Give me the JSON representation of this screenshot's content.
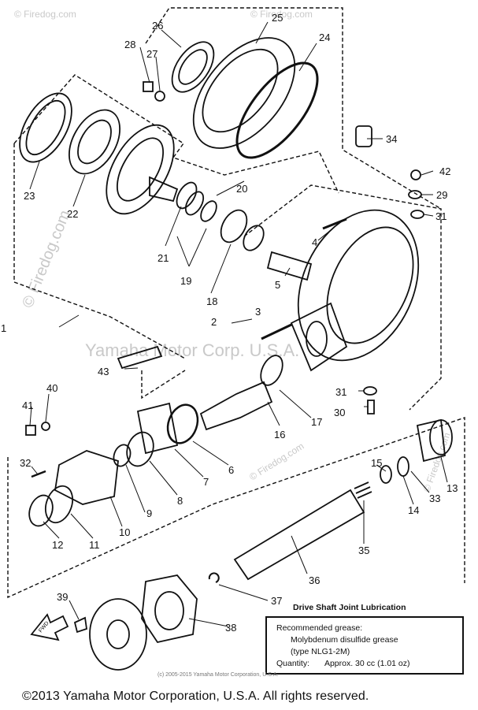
{
  "watermarks": {
    "corner_tl": "© Firedog.com",
    "corner_tr": "© Firedog.com",
    "vertical_left": "© Firedog.com",
    "center": "Yamaha Motor Corp. U.S.A.",
    "lower_right": "© Firedog.com",
    "lower_left": "© Firedog.com"
  },
  "part_numbers": [
    "1",
    "2",
    "3",
    "4",
    "5",
    "6",
    "7",
    "8",
    "9",
    "10",
    "11",
    "12",
    "13",
    "14",
    "15",
    "16",
    "17",
    "18",
    "19",
    "20",
    "21",
    "22",
    "23",
    "24",
    "25",
    "26",
    "27",
    "28",
    "29",
    "30",
    "31",
    "32",
    "33",
    "34",
    "35",
    "36",
    "37",
    "38",
    "39",
    "40",
    "41",
    "42",
    "43"
  ],
  "callouts": {
    "p1": "1",
    "p2": "2",
    "p3": "3",
    "p4": "4",
    "p5": "5",
    "p6": "6",
    "p7": "7",
    "p8": "8",
    "p9": "9",
    "p10": "10",
    "p11": "11",
    "p12": "12",
    "p13": "13",
    "p14": "14",
    "p15": "15",
    "p16": "16",
    "p17": "17",
    "p18": "18",
    "p19": "19",
    "p20": "20",
    "p21": "21",
    "p22": "22",
    "p23": "23",
    "p24": "24",
    "p25": "25",
    "p26": "26",
    "p27": "27",
    "p28": "28",
    "p29": "29",
    "p30": "30",
    "p31": "31",
    "p31b": "31",
    "p32": "32",
    "p33": "33",
    "p34": "34",
    "p35": "35",
    "p36": "36",
    "p37": "37",
    "p38": "38",
    "p39": "39",
    "p40": "40",
    "p41": "41",
    "p42": "42",
    "p43": "43"
  },
  "fwd_label": "FWD",
  "lubrication": {
    "title": "Drive Shaft Joint Lubrication",
    "line1": "Recommended grease:",
    "line2": "Molybdenum disulfide grease",
    "line3": "(type NLG1-2M)",
    "line4_label": "Quantity:",
    "line4_value": "Approx. 30 cc (1.01 oz)"
  },
  "small_copyright": "(c) 2005-2015 Yamaha Motor Corporation, U.S.A.",
  "footer": "©2013 Yamaha Motor Corporation, U.S.A. All rights reserved."
}
